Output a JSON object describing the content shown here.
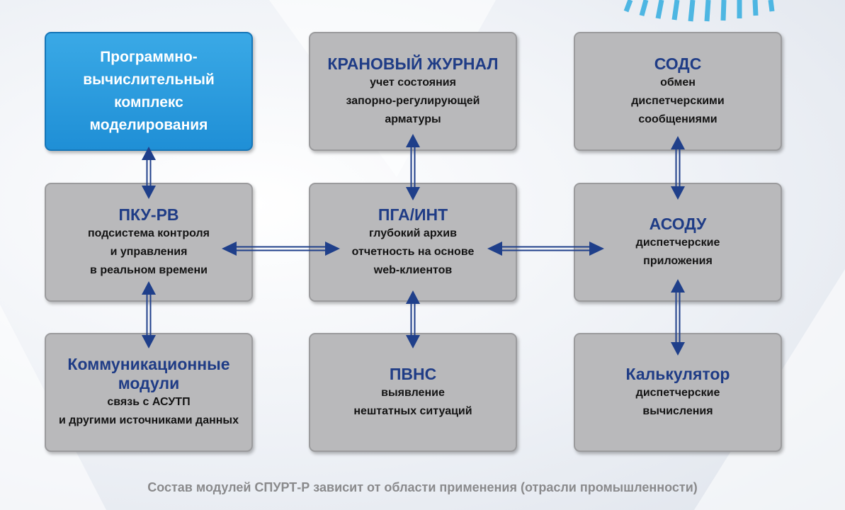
{
  "nodes": {
    "pvk": {
      "lines": [
        "Программно-",
        "вычислительный",
        "комплекс",
        "моделирования"
      ]
    },
    "crane": {
      "title": "КРАНОВЫЙ ЖУРНАЛ",
      "lines": [
        "учет состояния",
        "запорно-регулирующей",
        "арматуры"
      ]
    },
    "sods": {
      "title": "СОДС",
      "lines": [
        "обмен",
        "диспетчерскими",
        "сообщениями"
      ]
    },
    "pku": {
      "title": "ПКУ-РВ",
      "lines": [
        "подсистема контроля",
        "и управления",
        "в реальном времени"
      ]
    },
    "pga": {
      "title": "ПГА/ИНТ",
      "lines": [
        "глубокий архив",
        "отчетность на основе",
        "web-клиентов"
      ]
    },
    "asodu": {
      "title": "АСОДУ",
      "lines": [
        "диспетчерские",
        "приложения"
      ]
    },
    "comm": {
      "title_lines": [
        "Коммуникационные",
        "модули"
      ],
      "lines": [
        "связь с АСУТП",
        "и другими источниками данных"
      ]
    },
    "pvns": {
      "title": "ПВНС",
      "lines": [
        "выявление",
        "нештатных ситуаций"
      ]
    },
    "calc": {
      "title": "Калькулятор",
      "lines": [
        "диспетчерские",
        "вычисления"
      ]
    }
  },
  "caption": "Состав модулей СПУРТ-Р зависит от области применения (отрасли промышленности)",
  "colors": {
    "box_fill": "#b9b9bb",
    "box_border": "#9b9b9d",
    "highlight_box": "#2a9fe0",
    "title_text": "#1f3c86",
    "arrow": "#1f3f8a",
    "caption_text": "#8a8a8c"
  },
  "icons": {
    "connector": "double-headed-arrow"
  }
}
